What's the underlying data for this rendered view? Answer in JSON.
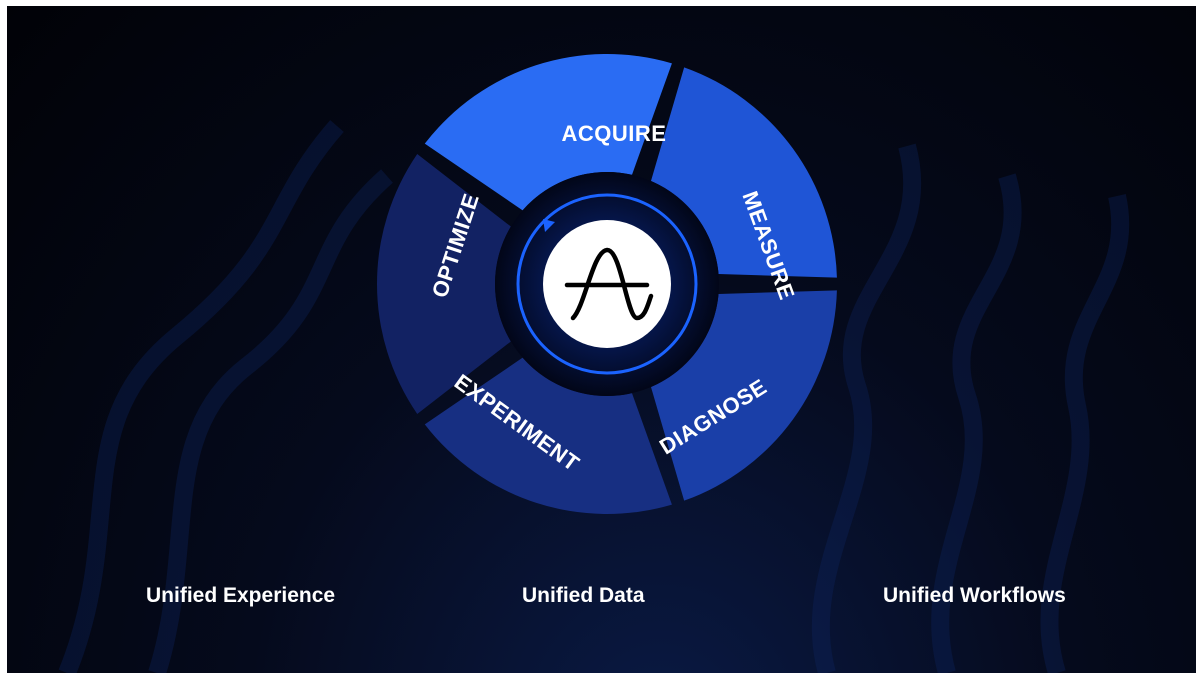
{
  "wheel": {
    "segments": [
      {
        "id": "acquire",
        "label": "ACQUIRE",
        "color": "#2a6cf3"
      },
      {
        "id": "measure",
        "label": "MEASURE",
        "color": "#1f55d6"
      },
      {
        "id": "diagnose",
        "label": "DIAGNOSE",
        "color": "#1a3fa8"
      },
      {
        "id": "experiment",
        "label": "EXPERIMENT",
        "color": "#172f82"
      },
      {
        "id": "optimize",
        "label": "OPTIMIZE",
        "color": "#122263"
      }
    ],
    "hub_ring_color": "#1b63ff"
  },
  "pillars": [
    {
      "label": "Unified Experience"
    },
    {
      "label": "Unified Data"
    },
    {
      "label": "Unified Workflows"
    }
  ]
}
